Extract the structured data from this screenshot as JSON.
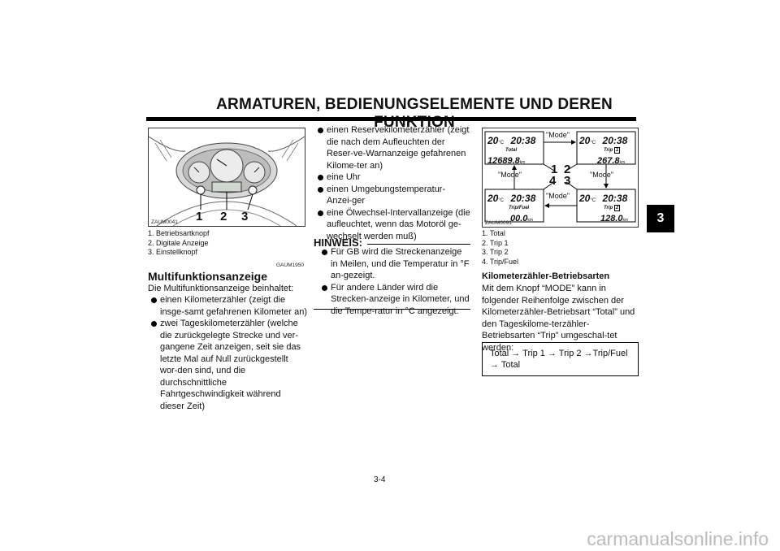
{
  "header": {
    "title": "ARMATUREN, BEDIENUNGSELEMENTE UND DEREN FUNKTION",
    "chapter": "3"
  },
  "fig1": {
    "code": "ZAUM0041",
    "callouts": [
      "1",
      "2",
      "3"
    ],
    "captions": [
      "1. Betriebsartknopf",
      "2. Digitale Anzeige",
      "3. Einstellknopf"
    ]
  },
  "section": {
    "code": "GAUM1950",
    "heading": "Multifunktionsanzeige",
    "intro": "Die Multifunktionsanzeige beinhaltet:",
    "bullets_left": [
      "einen Kilometerzähler (zeigt die insge-samt gefahrenen Kilometer an)",
      "zwei Tageskilometerzähler (welche die zurückgelegte Strecke und ver-gangene Zeit anzeigen, seit sie das letzte Mal auf Null zurückgestellt wor-den sind, und die durchschnittliche Fahrtgeschwindigkeit während dieser Zeit)"
    ],
    "bullets_mid": [
      "einen Reservekilometerzähler (zeigt die nach dem Aufleuchten der Reser-ve-Warnanzeige gefahrenen Kilome-ter an)",
      "eine Uhr",
      "einen Umgebungstemperatur-Anzei-ger",
      "eine Ölwechsel-Intervallanzeige (die aufleuchtet, wenn das Motoröl ge-wechselt werden muß)"
    ]
  },
  "note": {
    "label": "HINWEIS:",
    "bullets": [
      "Für GB wird die Streckenanzeige in Meilen, und die Temperatur in °F an-gezeigt.",
      "Für andere Länder wird die Strecken-anzeige in Kilometer, und die Tempe-ratur in °C angezeigt."
    ]
  },
  "fig2": {
    "code": "ZAUM0091",
    "mode_label": "\"Mode\"",
    "callouts": [
      "1",
      "2",
      "4",
      "3"
    ],
    "panels": [
      {
        "temp": "20",
        "unit": "°C",
        "time": "20:38",
        "mode": "Total",
        "value": "12689.8",
        "dist_unit": "km"
      },
      {
        "temp": "20",
        "unit": "°C",
        "time": "20:38",
        "mode": "Trip",
        "badge": "1",
        "value": "267.8",
        "dist_unit": "km"
      },
      {
        "temp": "20",
        "unit": "°C",
        "time": "20:38",
        "mode": "Trip/Fuel",
        "value": "00.0",
        "dist_unit": "km"
      },
      {
        "temp": "20",
        "unit": "°C",
        "time": "20:38",
        "mode": "Trip",
        "badge": "2",
        "value": "128.0",
        "dist_unit": "km"
      }
    ],
    "captions": [
      "1. Total",
      "2. Trip 1",
      "3. Trip 2",
      "4. Trip/Fuel"
    ]
  },
  "right": {
    "subheading": "Kilometerzähler-Betriebsarten",
    "text": "Mit dem Knopf “MODE” kann in folgender Reihenfolge zwischen der Kilometerzähler-Betriebsart “Total” und den Tageskilome-terzähler-Betriebsarten “Trip” umgeschal-tet werden:",
    "sequence": "Total → Trip 1 → Trip 2 →Trip/Fuel → Total"
  },
  "footer": {
    "page": "3-4",
    "watermark": "carmanualsonline.info"
  }
}
